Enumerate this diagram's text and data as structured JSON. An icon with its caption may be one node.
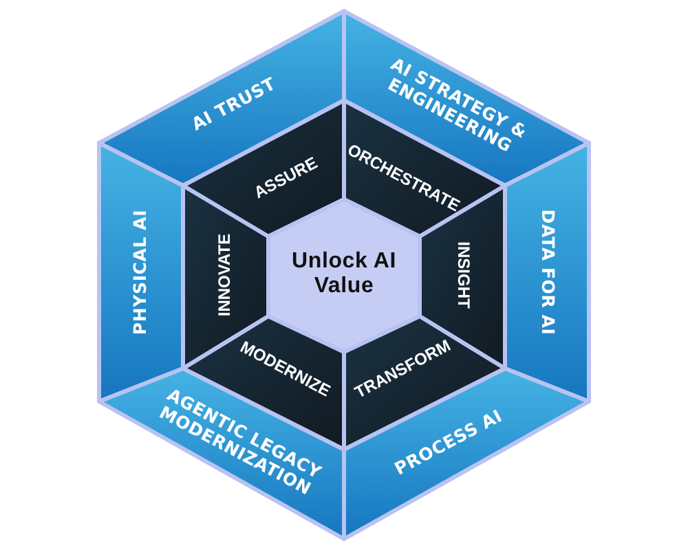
{
  "diagram": {
    "nodes": [
      {
        "text": [
          "AI TRUST"
        ]
      },
      {
        "text": [
          "AI STRATEGY & ENGINEERING"
        ]
      },
      {
        "text": [
          "ASSURE"
        ]
      },
      {
        "text": [
          "ORCHESTRATE"
        ]
      },
      {
        "text": [
          "PHYSICAL AI"
        ]
      },
      {
        "text": [
          "INNOVATE"
        ]
      },
      {
        "text": [
          "Unlock AI Value"
        ]
      },
      {
        "text": [
          "INSIGHT"
        ]
      },
      {
        "text": [
          "DATA FOR AI"
        ]
      },
      {
        "text": [
          "MODERNIZE"
        ]
      },
      {
        "text": [
          "TRANSFORM"
        ]
      },
      {
        "text": [
          "AGENTIC LEGACY MODERNIZATION"
        ]
      },
      {
        "text": [
          "PROCESS AI"
        ]
      }
    ]
  }
}
